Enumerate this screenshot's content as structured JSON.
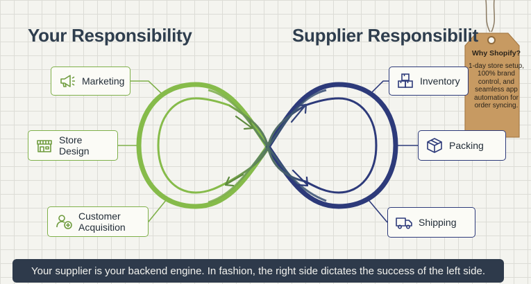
{
  "headings": {
    "left": "Your Responsibility",
    "right": "Supplier Responsibilit"
  },
  "left_items": [
    {
      "label": "Marketing",
      "icon": "megaphone-icon"
    },
    {
      "label": "Store Design",
      "icon": "storefront-icon"
    },
    {
      "label": "Customer Acquisition",
      "icon": "add-user-icon"
    }
  ],
  "right_items": [
    {
      "label": "Inventory",
      "icon": "boxes-icon"
    },
    {
      "label": "Packing",
      "icon": "package-icon"
    },
    {
      "label": "Shipping",
      "icon": "truck-icon"
    }
  ],
  "tag": {
    "title": "Why Shopify?",
    "body": "1-day store setup, 100% brand control, and seamless app automation for order syncing."
  },
  "footer": "Your supplier is your backend engine. In fashion, the right side dictates the success of the left side.",
  "colors": {
    "left_accent": "#7fb04a",
    "right_accent": "#2d3a7a",
    "heading": "#2f3e4e",
    "footer_bg": "#2e3a4b",
    "tag": "#c79a62"
  }
}
